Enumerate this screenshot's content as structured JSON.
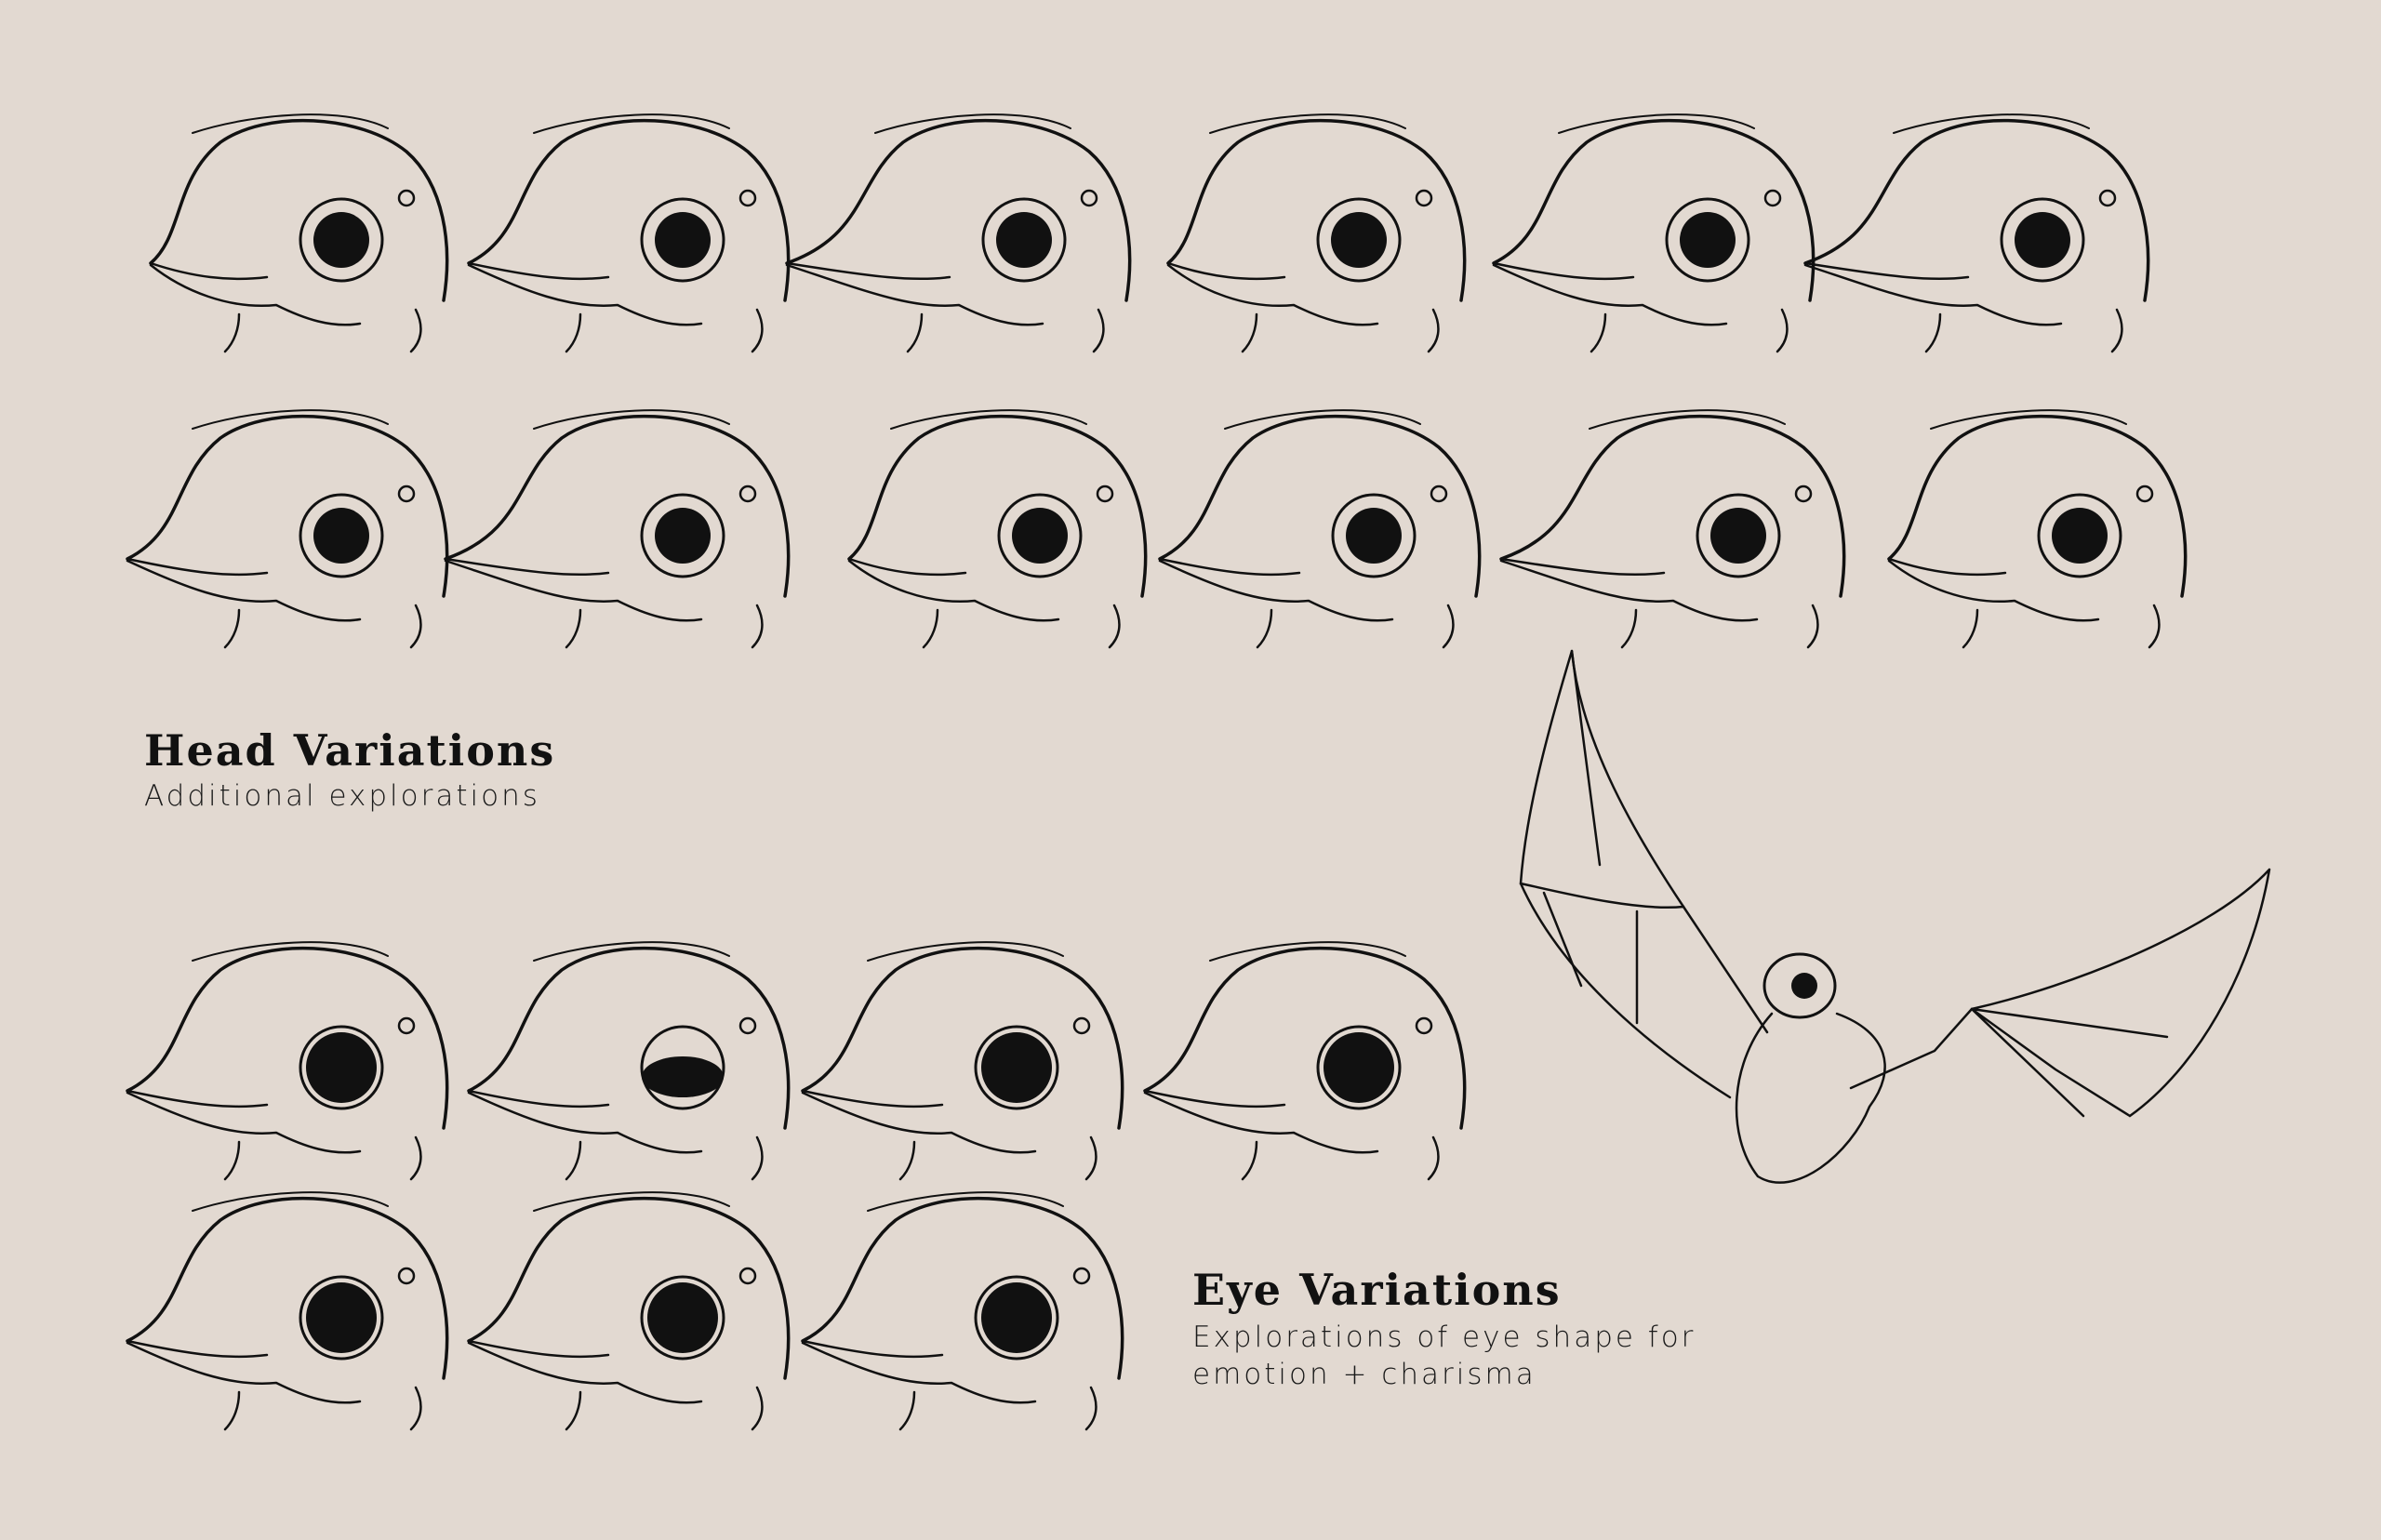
{
  "sections": {
    "head": {
      "title": "Head Variations",
      "subtitle": "Additional explorations"
    },
    "eye": {
      "title": "Eye Variations",
      "subtitle_line1": "Explorations of eye shape for",
      "subtitle_line2": "emotion + charisma"
    }
  },
  "colors": {
    "background": "#e2d9d1",
    "ink": "#111111"
  },
  "sketches": {
    "head_variations": 12,
    "eye_variations": 7,
    "bat_creature": 1
  }
}
